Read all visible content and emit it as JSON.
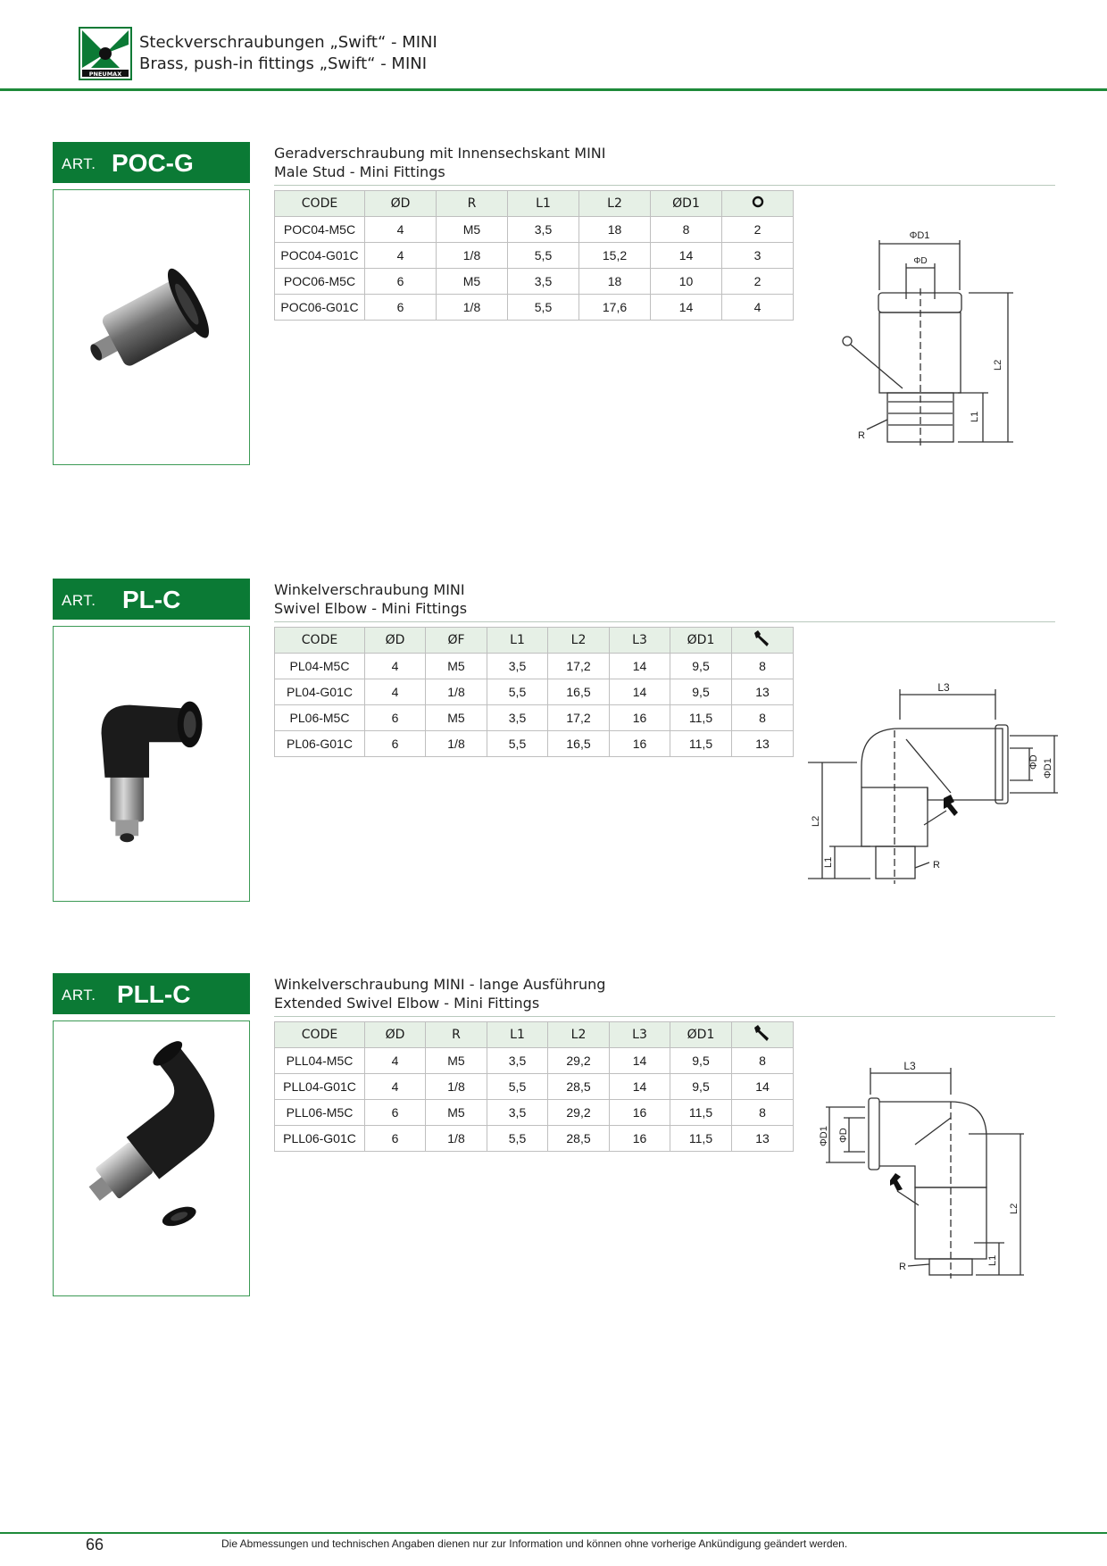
{
  "header": {
    "title_de": "Steckverschraubungen „Swift“ - MINI",
    "title_en": "Brass, push-in fittings „Swift“ - MINI",
    "logo_text": "PNEUMAX"
  },
  "sections": [
    {
      "art_prefix": "ART.",
      "art_code": "POC-G",
      "desc_de": "Geradverschraubung mit Innensechskant MINI",
      "desc_en": "Male Stud - Mini Fittings",
      "columns": [
        "CODE",
        "ØD",
        "R",
        "L1",
        "L2",
        "ØD1",
        "o-ring-icon"
      ],
      "rows": [
        [
          "POC04-M5C",
          "4",
          "M5",
          "3,5",
          "18",
          "8",
          "2"
        ],
        [
          "POC04-G01C",
          "4",
          "1/8",
          "5,5",
          "15,2",
          "14",
          "3"
        ],
        [
          "POC06-M5C",
          "6",
          "M5",
          "3,5",
          "18",
          "10",
          "2"
        ],
        [
          "POC06-G01C",
          "6",
          "1/8",
          "5,5",
          "17,6",
          "14",
          "4"
        ]
      ],
      "drawing_labels": {
        "d1": "ΦD1",
        "d": "ΦD",
        "l1": "L1",
        "l2": "L2",
        "r": "R"
      }
    },
    {
      "art_prefix": "ART.",
      "art_code": "PL-C",
      "desc_de": "Winkelverschraubung  MINI",
      "desc_en": "Swivel Elbow - Mini Fittings",
      "columns": [
        "CODE",
        "ØD",
        "ØF",
        "L1",
        "L2",
        "L3",
        "ØD1",
        "wrench-icon"
      ],
      "rows": [
        [
          "PL04-M5C",
          "4",
          "M5",
          "3,5",
          "17,2",
          "14",
          "9,5",
          "8"
        ],
        [
          "PL04-G01C",
          "4",
          "1/8",
          "5,5",
          "16,5",
          "14",
          "9,5",
          "13"
        ],
        [
          "PL06-M5C",
          "6",
          "M5",
          "3,5",
          "17,2",
          "16",
          "11,5",
          "8"
        ],
        [
          "PL06-G01C",
          "6",
          "1/8",
          "5,5",
          "16,5",
          "16",
          "11,5",
          "13"
        ]
      ],
      "drawing_labels": {
        "l3": "L3",
        "d": "ΦD",
        "d1": "ΦD1",
        "l2": "L2",
        "l1": "L1",
        "r": "R"
      }
    },
    {
      "art_prefix": "ART.",
      "art_code": "PLL-C",
      "desc_de": "Winkelverschraubung  MINI - lange Ausführung",
      "desc_en": "Extended Swivel Elbow - Mini Fittings",
      "columns": [
        "CODE",
        "ØD",
        "R",
        "L1",
        "L2",
        "L3",
        "ØD1",
        "wrench-icon"
      ],
      "rows": [
        [
          "PLL04-M5C",
          "4",
          "M5",
          "3,5",
          "29,2",
          "14",
          "9,5",
          "8"
        ],
        [
          "PLL04-G01C",
          "4",
          "1/8",
          "5,5",
          "28,5",
          "14",
          "9,5",
          "14"
        ],
        [
          "PLL06-M5C",
          "6",
          "M5",
          "3,5",
          "29,2",
          "16",
          "11,5",
          "8"
        ],
        [
          "PLL06-G01C",
          "6",
          "1/8",
          "5,5",
          "28,5",
          "16",
          "11,5",
          "13"
        ]
      ],
      "drawing_labels": {
        "l3": "L3",
        "d1": "ΦD1",
        "d": "ΦD",
        "l2": "L2",
        "l1": "L1",
        "r": "R"
      }
    }
  ],
  "footer": {
    "page_number": "66",
    "note": "Die Abmessungen und technischen Angaben dienen nur zur Information und können ohne vorherige Ankündigung geändert werden."
  },
  "colors": {
    "brand_green": "#0b7a35",
    "header_cell": "#e6f0e6"
  }
}
